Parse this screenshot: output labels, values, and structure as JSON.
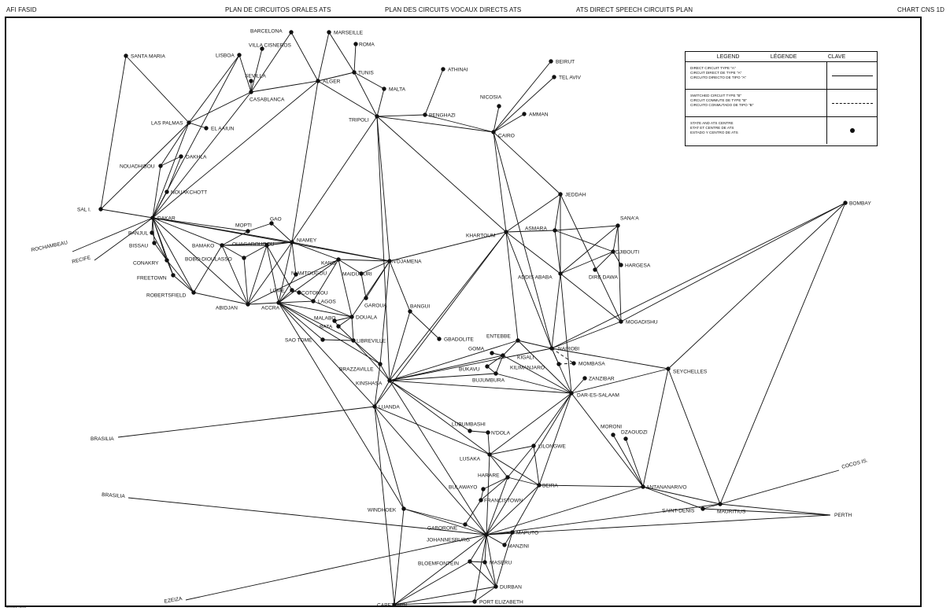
{
  "header": {
    "left": "AFI FASID",
    "title_es": "PLAN DE CIRCUITOS ORALES ATS",
    "title_fr": "PLAN DES CIRCUITS VOCAUX DIRECTS ATS",
    "title_en": "ATS DIRECT SPEECH CIRCUITS PLAN",
    "right": "CHART CNS 1D"
  },
  "legend": {
    "title_en": "LEGEND",
    "title_fr": "LÉGENDE",
    "title_es": "CLAVE",
    "rows": [
      {
        "lines": [
          "DIRECT CIRCUIT TYPE \"A\"",
          "CIRCUIT DIRECT DE TYPE \"A\"",
          "CIRCUITO DIRECTO DE TIPO \"A\""
        ],
        "symbol": "solid-line"
      },
      {
        "lines": [
          "SWITCHED CIRCUIT TYPE \"B\"",
          "CIRCUIT COMMUTE DE TYPE \"B\"",
          "CIRCUITO CONMUTADO DE TIPO \"B\""
        ],
        "symbol": "dashed-line"
      },
      {
        "lines": [
          "STATE AND ATS CENTRE",
          "ETAT ET CENTRE DE ATS",
          "ESTADO Y CENTRO DE ATS"
        ],
        "symbol": "dot"
      }
    ]
  },
  "ref_code": "AI90084P/12/03",
  "map": {
    "nodes": {
      "SAL": {
        "label": "SAL I."
      },
      "SANTAMARIA": {
        "label": "SANTA MARIA"
      },
      "LASPALMAS": {
        "label": "LAS PALMAS"
      },
      "ELAAIUN": {
        "label": "EL AAIUN"
      },
      "LISBOA": {
        "label": "LISBOA"
      },
      "VILLACIS": {
        "label": "VILLA CISNEROS"
      },
      "SEVILLA": {
        "label": "SEVILLA"
      },
      "CASABLANCA": {
        "label": "CASABLANCA"
      },
      "BARCELONA": {
        "label": "BARCELONA"
      },
      "MARSEILLE": {
        "label": "MARSEILLE"
      },
      "ROMA": {
        "label": "ROMA"
      },
      "TUNIS": {
        "label": "TUNIS"
      },
      "ALGER": {
        "label": "ALGER"
      },
      "MALTA": {
        "label": "MALTA"
      },
      "TRIPOLI": {
        "label": "TRIPOLI"
      },
      "ATHINAI": {
        "label": "ATHINAI"
      },
      "BENGHAZI": {
        "label": "BENGHAZI"
      },
      "NICOSIA": {
        "label": "NICOSIA"
      },
      "BEIRUT": {
        "label": "BEIRUT"
      },
      "TELAVIV": {
        "label": "TEL AVIV"
      },
      "AMMAN": {
        "label": "AMMAN"
      },
      "CAIRO": {
        "label": "CAIRO"
      },
      "NOUADHIBOU": {
        "label": "NOUADHIBOU"
      },
      "DAKHLA": {
        "label": "DAKHLA"
      },
      "NOUAKCHOTT": {
        "label": "NOUAKCHOTT"
      },
      "DAKAR": {
        "label": "DAKAR"
      },
      "BANJUL": {
        "label": "BANJUL"
      },
      "BISSAU": {
        "label": "BISSAU"
      },
      "CONAKRY": {
        "label": "CONAKRY"
      },
      "FREETOWN": {
        "label": "FREETOWN"
      },
      "ROBERTS": {
        "label": "ROBERTSFIELD"
      },
      "MOPTI": {
        "label": "MOPTI"
      },
      "GAO": {
        "label": "GAO"
      },
      "BAMAKO": {
        "label": "BAMAKO"
      },
      "OUAGA": {
        "label": "OUAGADOUGOU"
      },
      "BOBO": {
        "label": "BOBO-DIOULASSO"
      },
      "NIAMEY": {
        "label": "NIAMEY"
      },
      "ABIDJAN": {
        "label": "ABIDJAN"
      },
      "ACCRA": {
        "label": "ACCRA"
      },
      "LOME": {
        "label": "LOME"
      },
      "NIAMTOUGOU": {
        "label": "NIAMTOUGOU"
      },
      "COTONOU": {
        "label": "COTONOU"
      },
      "LAGOS": {
        "label": "LAGOS"
      },
      "KANO": {
        "label": "KANO"
      },
      "MAIDUGURI": {
        "label": "MAIDUGURI"
      },
      "NDJAMENA": {
        "label": "N'DJAMENA"
      },
      "GAROUA": {
        "label": "GAROUA"
      },
      "DOUALA": {
        "label": "DOUALA"
      },
      "MALABO": {
        "label": "MALABO"
      },
      "BATA": {
        "label": "BATA"
      },
      "LIBREVILLE": {
        "label": "LIBREVILLE"
      },
      "SAOTOME": {
        "label": "SAO TOME"
      },
      "BANGUI": {
        "label": "BANGUI"
      },
      "GBADOLITE": {
        "label": "GBADOLITE"
      },
      "BRAZZA": {
        "label": "BRAZZAVILLE"
      },
      "KINSHASA": {
        "label": "KINSHASA"
      },
      "LUANDA": {
        "label": "LUANDA"
      },
      "KHARTOUM": {
        "label": "KHARTOUM"
      },
      "JEDDAH": {
        "label": "JEDDAH"
      },
      "ASMARA": {
        "label": "ASMARA"
      },
      "SANAA": {
        "label": "SANA'A"
      },
      "DJIBOUTI": {
        "label": "DJIBOUTI"
      },
      "ADDIS": {
        "label": "ADDIS ABABA"
      },
      "DIREDAWA": {
        "label": "DIRE DAWA"
      },
      "HARGESA": {
        "label": "HARGESA"
      },
      "MOGADISHU": {
        "label": "MOGADISHU"
      },
      "BOMBAY": {
        "label": "BOMBAY"
      },
      "ENTEBBE": {
        "label": "ENTEBBE"
      },
      "NAIROBI": {
        "label": "NAIROBI"
      },
      "GOMA": {
        "label": "GOMA"
      },
      "KIGALI": {
        "label": "KIGALI"
      },
      "BUKAVU": {
        "label": "BUKAVU"
      },
      "BUJUMBURA": {
        "label": "BUJUMBURA"
      },
      "KILIMANJARO": {
        "label": "KILIMANJARO"
      },
      "MOMBASA": {
        "label": "MOMBASA"
      },
      "ZANZIBAR": {
        "label": "ZANZIBAR"
      },
      "DAR": {
        "label": "DAR-ES-SALAAM"
      },
      "SEYCHELLES": {
        "label": "SEYCHELLES"
      },
      "LUBUMBASHI": {
        "label": "LUBUMBASHI"
      },
      "NDOLA": {
        "label": "N'DOLA"
      },
      "LUSAKA": {
        "label": "LUSAKA"
      },
      "LILONGWE": {
        "label": "LILONGWE"
      },
      "HARARE": {
        "label": "HARARE"
      },
      "BULAWAYO": {
        "label": "BULAWAYO"
      },
      "FRANCISTOWN": {
        "label": "FRANCISTOWN"
      },
      "BEIRA": {
        "label": "BEIRA"
      },
      "MORONI": {
        "label": "MORONI"
      },
      "DZAOUDZI": {
        "label": "DZAOUDZI"
      },
      "ANTANANARIVO": {
        "label": "ANTANANARIVO"
      },
      "SAINTDENIS": {
        "label": "SAINT-DENIS"
      },
      "MAURITIUS": {
        "label": "MAURITIUS"
      },
      "WINDHOEK": {
        "label": "WINDHOEK"
      },
      "GABORONE": {
        "label": "GABORONE"
      },
      "JOHANNESBURG": {
        "label": "JOHANNESBURG"
      },
      "MAPUTO": {
        "label": "MAPUTO"
      },
      "MANZINI": {
        "label": "MANZINI"
      },
      "MASERU": {
        "label": "MASERU"
      },
      "BLOEMFONTEIN": {
        "label": "BLOEMFONTEIN"
      },
      "DURBAN": {
        "label": "DURBAN"
      },
      "CAPETOWN": {
        "label": "CAPETOWN"
      },
      "PORTELIZABETH": {
        "label": "PORT ELIZABETH"
      }
    },
    "external_labels": {
      "ROCHAMBEAU": "ROCHAMBEAU",
      "RECIFE": "RECIFE",
      "BRASILIA1": "BRASILIA",
      "BRASILIA2": "BRASILIA",
      "EZEIZA": "EZEIZA",
      "COCOS": "COCOS IS.",
      "PERTH": "PERTH"
    }
  }
}
